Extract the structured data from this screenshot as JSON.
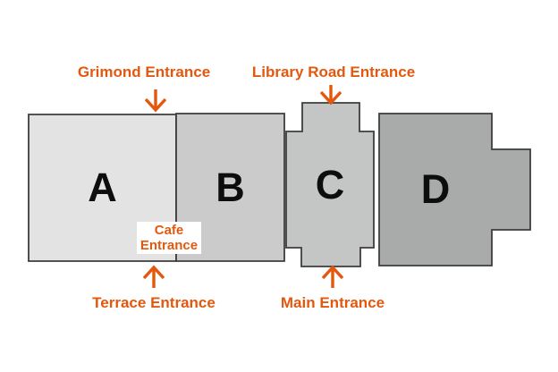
{
  "map": {
    "blocks": [
      {
        "id": "a",
        "label": "A",
        "fill": "#e3e3e3"
      },
      {
        "id": "b",
        "label": "B",
        "fill": "#cbcbcb"
      },
      {
        "id": "c",
        "label": "C",
        "fill": "#c3c6c4"
      },
      {
        "id": "d",
        "label": "D",
        "fill": "#a8abaa"
      }
    ],
    "entrances": [
      {
        "id": "grimond",
        "label": "Grimond Entrance",
        "arrow": "down"
      },
      {
        "id": "library-road",
        "label": "Library Road Entrance",
        "arrow": "down"
      },
      {
        "id": "cafe",
        "label_line1": "Cafe",
        "label_line2": "Entrance",
        "arrow": "none"
      },
      {
        "id": "terrace",
        "label": "Terrace Entrance",
        "arrow": "up"
      },
      {
        "id": "main",
        "label": "Main Entrance",
        "arrow": "up"
      }
    ],
    "colors": {
      "accent_orange": "#e4580e",
      "block_outline": "#3d3d3d",
      "block_letter": "#0d0d0d",
      "background": "#ffffff",
      "cafe_box_background": "#ffffff"
    }
  }
}
